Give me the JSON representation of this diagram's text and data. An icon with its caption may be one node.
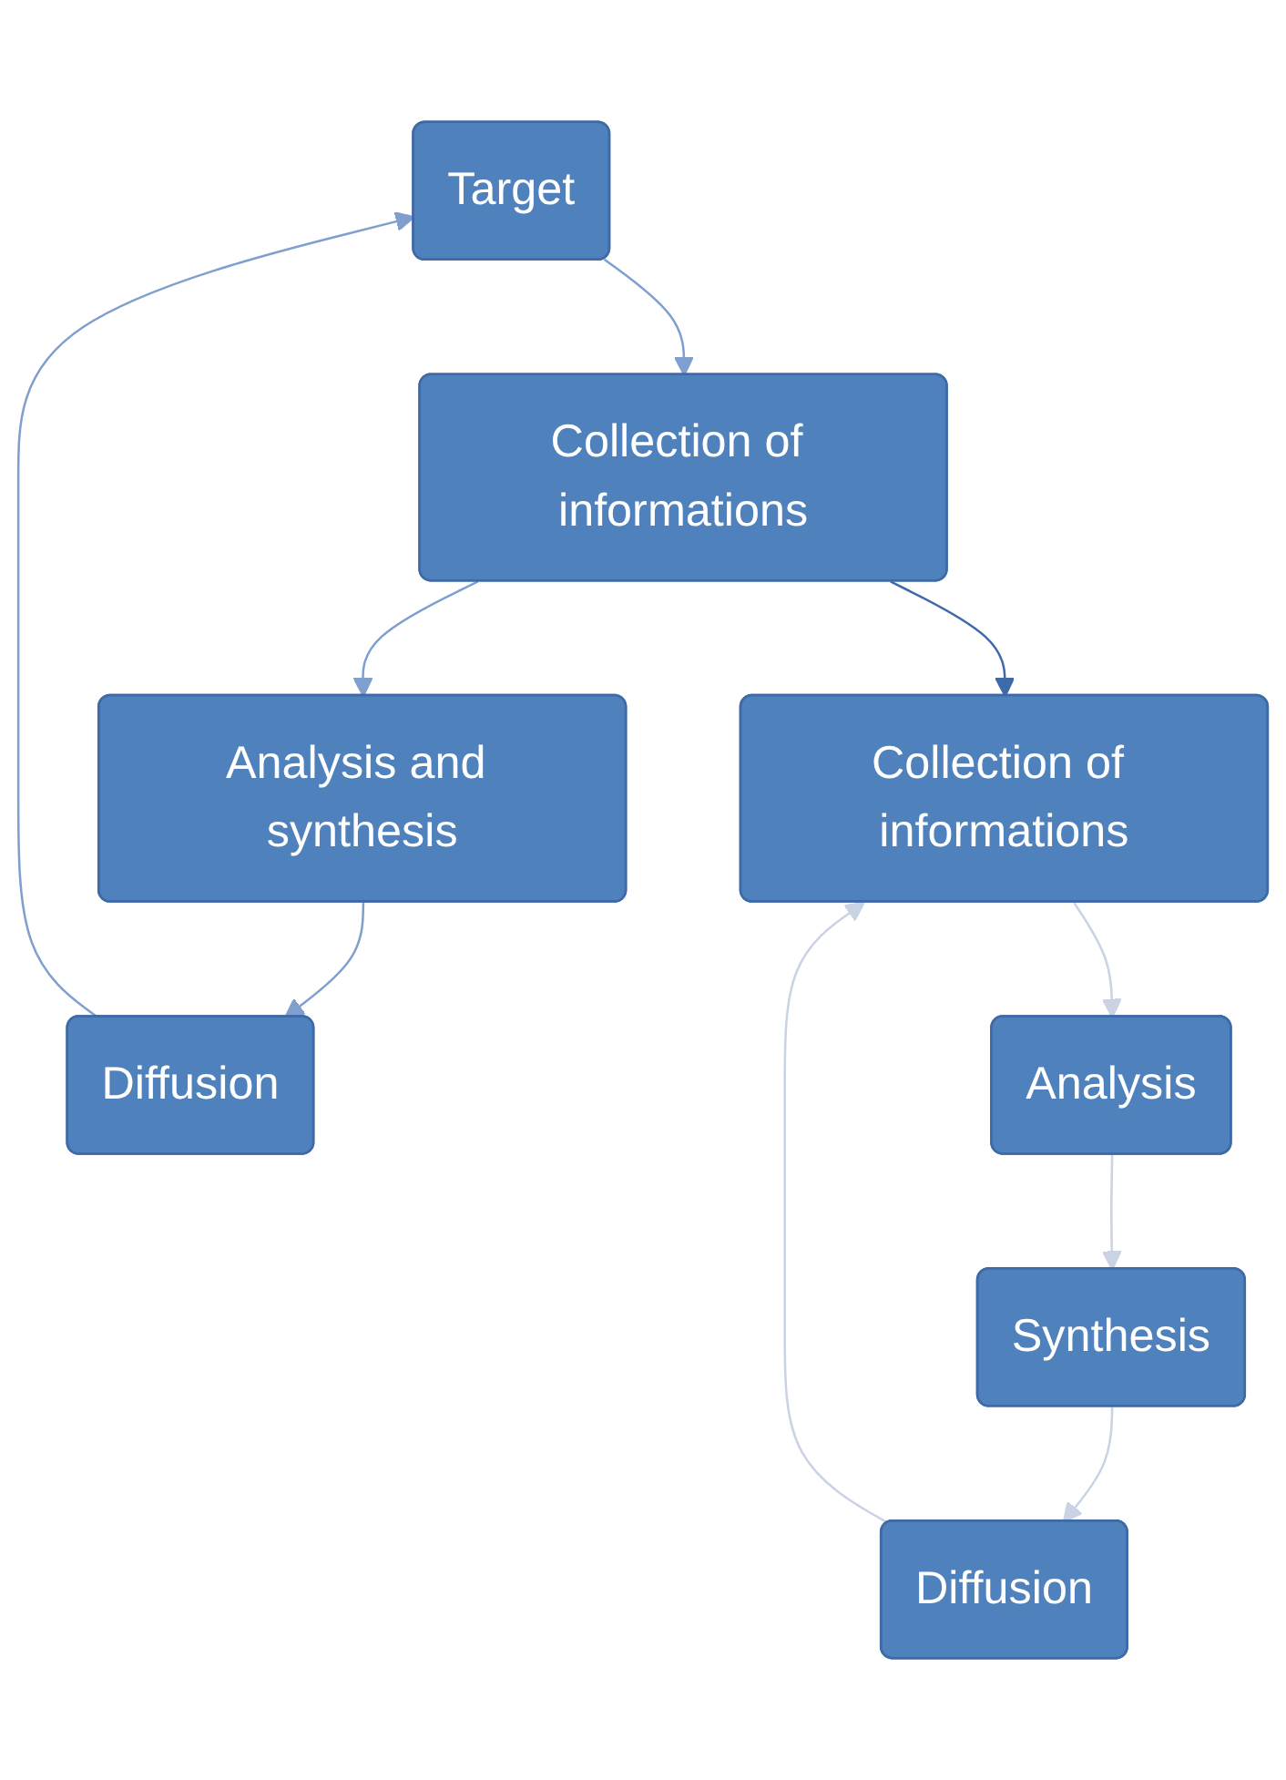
{
  "diagram": {
    "nodes": [
      {
        "text": [
          "Target"
        ]
      },
      {
        "text": [
          "Collection of informations"
        ]
      },
      {
        "text": [
          "Analysis and synthesis"
        ]
      },
      {
        "text": [
          "Diffusion"
        ]
      },
      {
        "text": [
          "Collection of informations"
        ]
      },
      {
        "text": [
          "Analysis"
        ]
      },
      {
        "text": [
          "Synthesis"
        ]
      },
      {
        "text": [
          "Diffusion"
        ]
      }
    ],
    "edges": [
      {
        "from": 0,
        "to": 1,
        "arrow": "to"
      },
      {
        "from": 1,
        "to": 2,
        "arrow": "to"
      },
      {
        "from": 2,
        "to": 3,
        "arrow": "to"
      },
      {
        "from": 3,
        "to": 0,
        "arrow": "to"
      },
      {
        "from": 1,
        "to": 4,
        "arrow": "to",
        "color": "#3f6aa8"
      },
      {
        "from": 4,
        "to": 5,
        "arrow": "to",
        "color": "#c9d3e3"
      },
      {
        "from": 5,
        "to": 6,
        "arrow": "to",
        "color": "#c9d3e3"
      },
      {
        "from": 6,
        "to": 7,
        "arrow": "to",
        "color": "#c9d3e3"
      },
      {
        "from": 7,
        "to": 4,
        "arrow": "to",
        "color": "#c9d3e3"
      }
    ]
  }
}
